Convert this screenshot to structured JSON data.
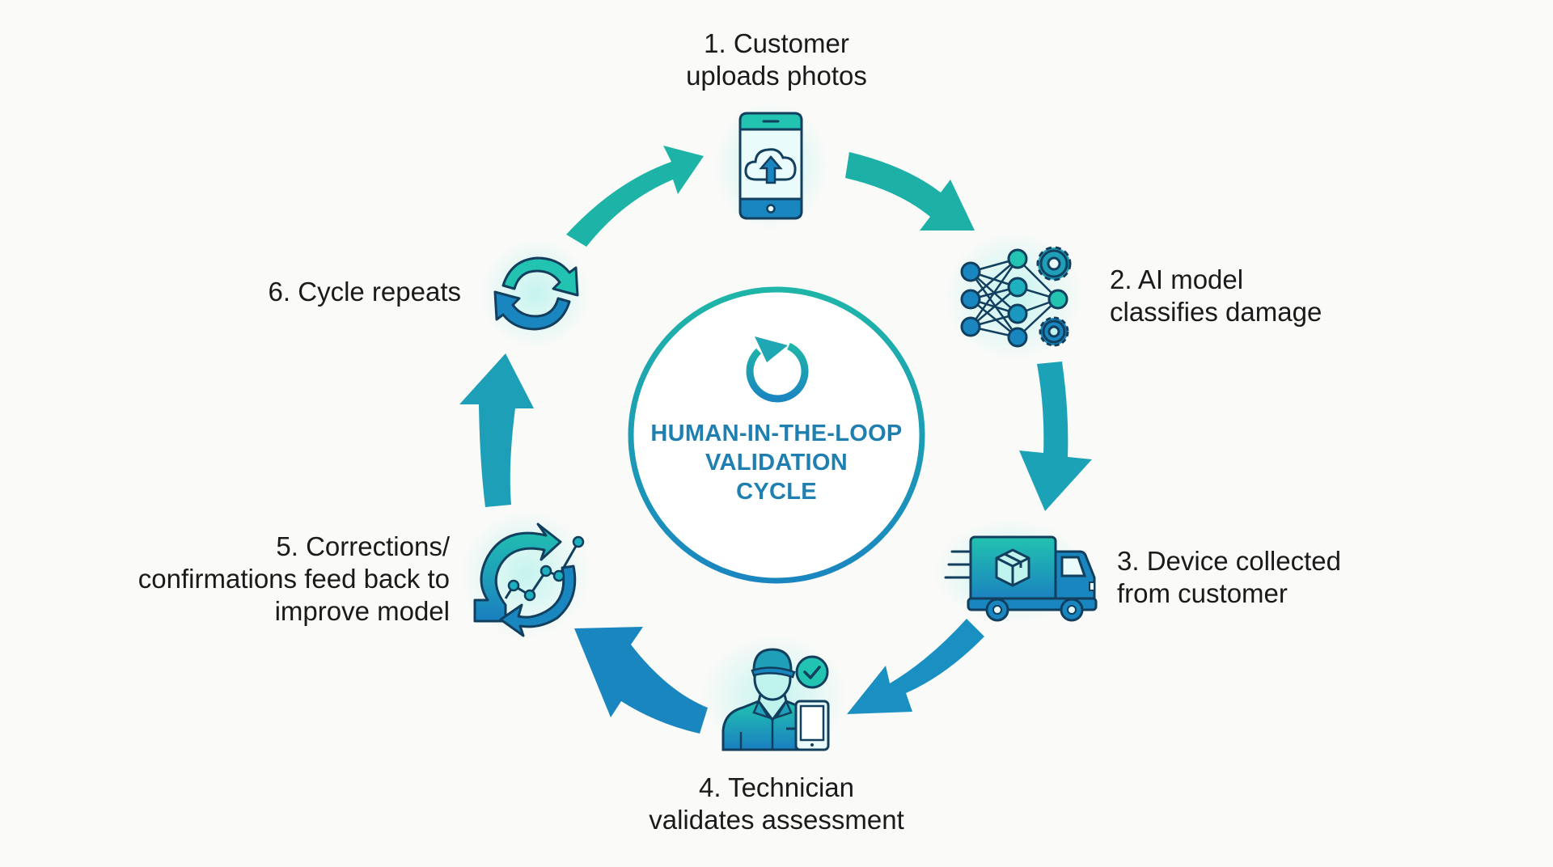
{
  "title": "Human-in-the-Loop Validation Cycle",
  "center": {
    "lines": [
      "HUMAN-IN-THE-LOOP",
      "VALIDATION",
      "CYCLE"
    ],
    "icon": "refresh-cycle-icon"
  },
  "colors": {
    "teal": "#1fb5a8",
    "blue": "#1a86c0",
    "dark_outline": "#123f5e",
    "text": "#1a1a1a",
    "center_text": "#1f7fb0",
    "background": "#fafaf8"
  },
  "steps": [
    {
      "number": 1,
      "lines": [
        "1. Customer",
        "uploads photos"
      ],
      "icon": "phone-cloud-upload-icon"
    },
    {
      "number": 2,
      "lines": [
        "2. AI model",
        "classifies damage"
      ],
      "icon": "neural-network-gears-icon"
    },
    {
      "number": 3,
      "lines": [
        "3. Device collected",
        "from customer"
      ],
      "icon": "delivery-truck-icon"
    },
    {
      "number": 4,
      "lines": [
        "4. Technician",
        "validates assessment"
      ],
      "icon": "technician-tablet-check-icon"
    },
    {
      "number": 5,
      "lines": [
        "5. Corrections/",
        "confirmations feed back to",
        "improve model"
      ],
      "icon": "feedback-loop-chart-icon"
    },
    {
      "number": 6,
      "lines": [
        "6. Cycle repeats"
      ],
      "icon": "cycle-arrows-icon"
    }
  ]
}
